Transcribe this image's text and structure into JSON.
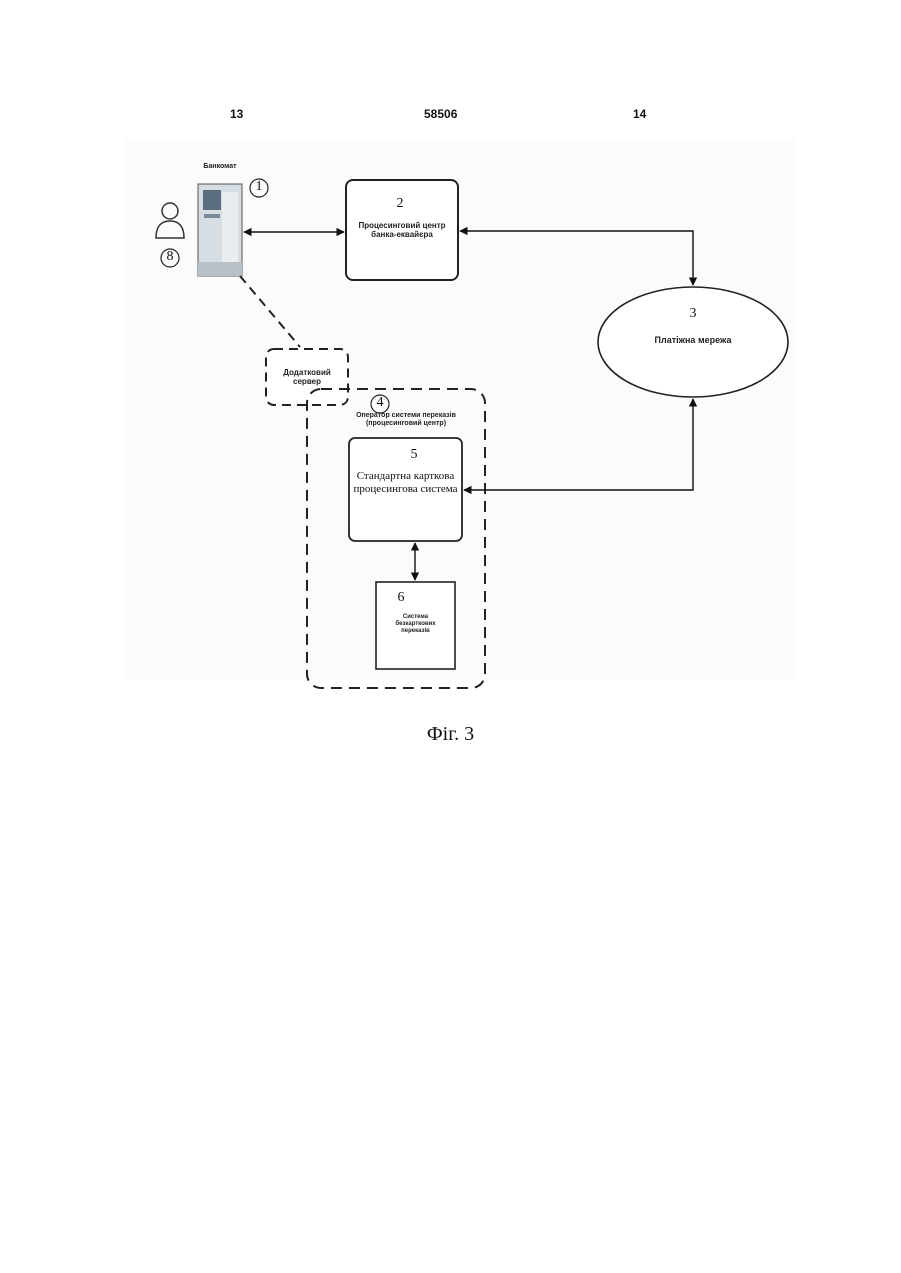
{
  "header": {
    "left_page": "13",
    "patent_number": "58506",
    "right_page": "14"
  },
  "diagram": {
    "nodes": [
      {
        "id": "atm",
        "number": "1",
        "label": "Банкомат"
      },
      {
        "id": "acquirer",
        "number": "2",
        "label": "Процесинговий центр банка-еквайєра"
      },
      {
        "id": "payment-network",
        "number": "3",
        "label": "Платіжна мережа"
      },
      {
        "id": "operator",
        "number": "4",
        "label": "Оператор системи переказів (процесинговий центр)"
      },
      {
        "id": "card-system",
        "number": "5",
        "label": "Стандартна карткова процесингова система"
      },
      {
        "id": "transfer-system",
        "number": "6",
        "label": "Система безкарткових переказів"
      },
      {
        "id": "extra-server",
        "label": "Додатковий сервер"
      },
      {
        "id": "user",
        "number": "8"
      }
    ],
    "edges": [
      {
        "from": "atm",
        "to": "acquirer",
        "style": "solid",
        "direction": "both"
      },
      {
        "from": "acquirer",
        "to": "payment-network",
        "style": "solid",
        "direction": "both"
      },
      {
        "from": "payment-network",
        "to": "card-system",
        "style": "solid",
        "direction": "both"
      },
      {
        "from": "card-system",
        "to": "transfer-system",
        "style": "solid",
        "direction": "both"
      },
      {
        "from": "atm",
        "to": "extra-server",
        "style": "dashed",
        "direction": "none"
      }
    ]
  },
  "caption": "Фіг. 3"
}
